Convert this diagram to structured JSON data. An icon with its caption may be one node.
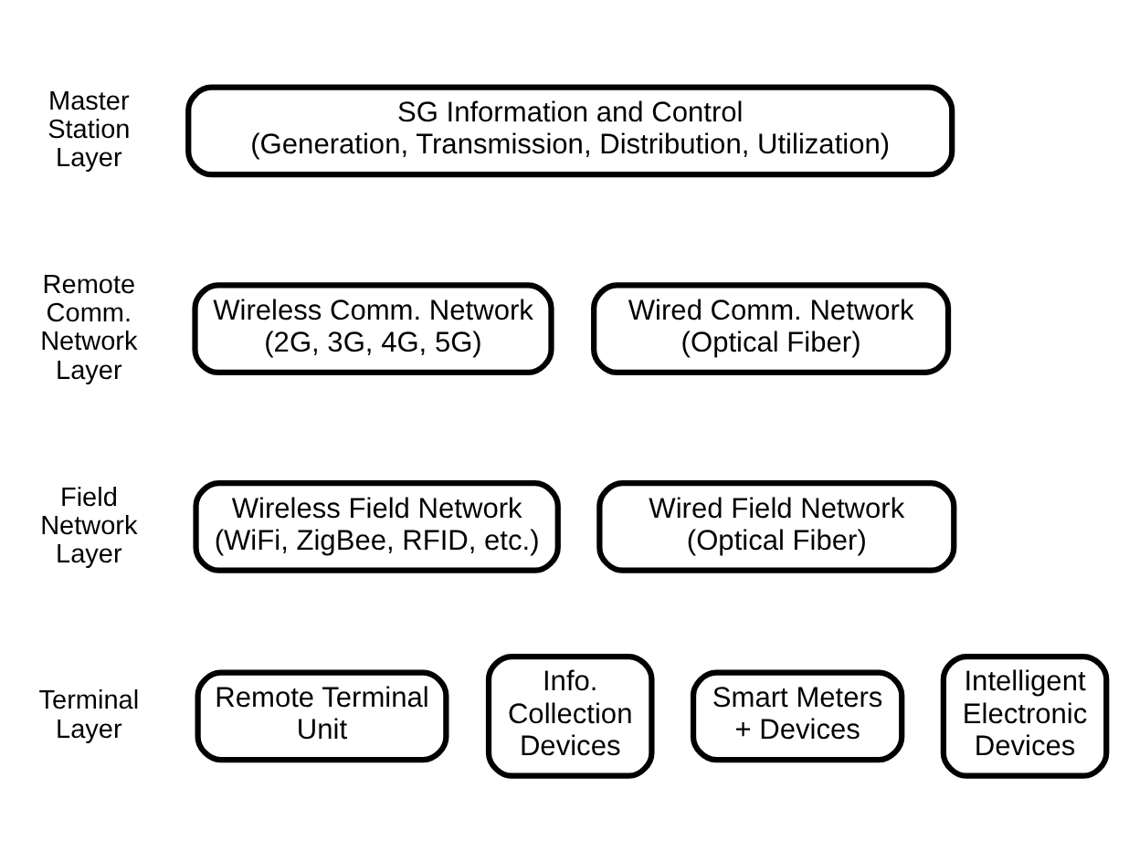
{
  "diagram": {
    "nodes": [
      {
        "text": [
          "SG Information and Control (Generation, Transmission, Distribution, Utilization)"
        ]
      },
      {
        "text": [
          "Wireless Comm. Network (2G, 3G, 4G, 5G)"
        ]
      },
      {
        "text": [
          "Wired Comm. Network (Optical Fiber)"
        ]
      },
      {
        "text": [
          "Wireless Field Network (WiFi, ZigBee, RFID, etc.)"
        ]
      },
      {
        "text": [
          "Wired Field Network (Optical Fiber)"
        ]
      },
      {
        "text": [
          "Remote Terminal Unit"
        ]
      },
      {
        "text": [
          "Info. Collection Devices"
        ]
      },
      {
        "text": [
          "Smart Meters + Devices"
        ]
      },
      {
        "text": [
          "Intelligent Electronic Devices"
        ]
      }
    ],
    "edges": [],
    "labels": [
      "Master Station Layer",
      "Remote Comm. Network Layer",
      "Field Network Layer",
      "Terminal Layer"
    ]
  }
}
